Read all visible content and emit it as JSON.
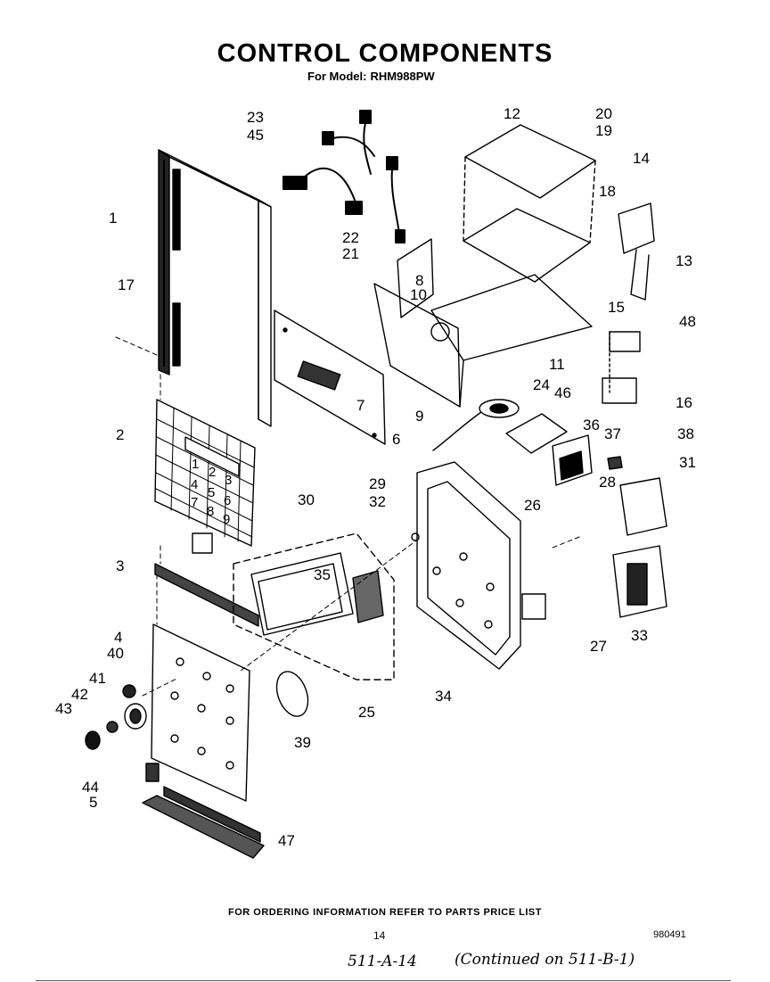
{
  "title": "CONTROL COMPONENTS",
  "subtitle": {
    "prefix": "For Model:",
    "model": "RHM988PW"
  },
  "callouts": [
    "1",
    "2",
    "3",
    "4",
    "5",
    "6",
    "7",
    "8",
    "9",
    "10",
    "11",
    "12",
    "13",
    "14",
    "15",
    "16",
    "17",
    "18",
    "19",
    "20",
    "21",
    "22",
    "23",
    "24",
    "25",
    "26",
    "27",
    "28",
    "29",
    "30",
    "31",
    "32",
    "33",
    "34",
    "35",
    "36",
    "37",
    "38",
    "39",
    "40",
    "41",
    "42",
    "43",
    "44",
    "45",
    "46",
    "47",
    "48"
  ],
  "keypad_keys": [
    "1",
    "2",
    "3",
    "4",
    "5",
    "6",
    "7",
    "8",
    "9"
  ],
  "footer": {
    "ordering_info": "FOR ORDERING INFORMATION REFER TO PARTS PRICE LIST",
    "page_number": "14",
    "doc_number": "980491"
  },
  "handwritten": {
    "ref": "511-A-14",
    "continued": "(Continued on 511-B-1)"
  }
}
